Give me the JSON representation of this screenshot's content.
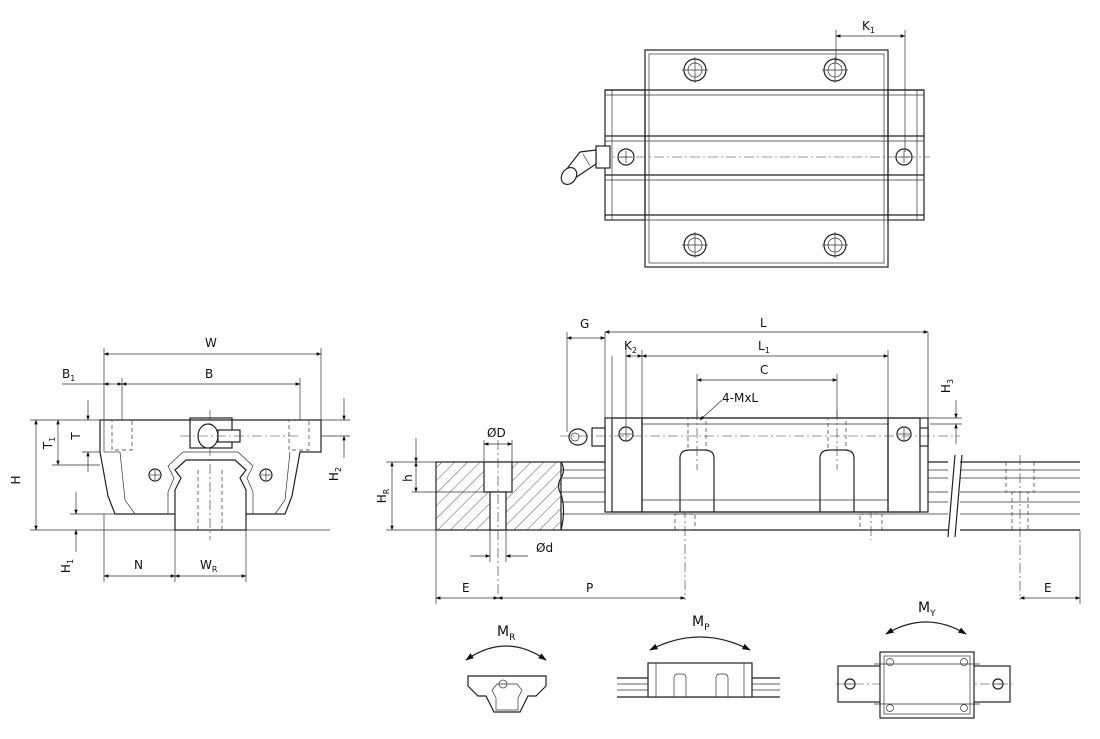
{
  "labels": {
    "K1": [
      "K",
      "1"
    ],
    "W": [
      "W",
      ""
    ],
    "B1": [
      "B",
      "1"
    ],
    "B": [
      "B",
      ""
    ],
    "T1": [
      "T",
      "1"
    ],
    "T": [
      "T",
      ""
    ],
    "H": [
      "H",
      ""
    ],
    "H2": [
      "H",
      "2"
    ],
    "H1": [
      "H",
      "1"
    ],
    "N": [
      "N",
      ""
    ],
    "WR": [
      "W",
      "R"
    ],
    "G": [
      "G",
      ""
    ],
    "L": [
      "L",
      ""
    ],
    "K2": [
      "K",
      "2"
    ],
    "L1": [
      "L",
      "1"
    ],
    "C": [
      "C",
      ""
    ],
    "H3": [
      "H",
      "3"
    ],
    "MxL": [
      "4-MxL",
      ""
    ],
    "OD": [
      "ØD",
      ""
    ],
    "h": [
      "h",
      ""
    ],
    "HR": [
      "H",
      "R"
    ],
    "Od": [
      "Ød",
      ""
    ],
    "E": [
      "E",
      ""
    ],
    "P": [
      "P",
      ""
    ],
    "E2": [
      "E",
      ""
    ]
  },
  "moments": {
    "MR": [
      "M",
      "R"
    ],
    "MP": [
      "M",
      "P"
    ],
    "MY": [
      "M",
      "Y"
    ]
  },
  "icons": [
    "grease-nipple-icon",
    "roll-moment-icon",
    "pitch-moment-icon",
    "yaw-moment-icon"
  ]
}
